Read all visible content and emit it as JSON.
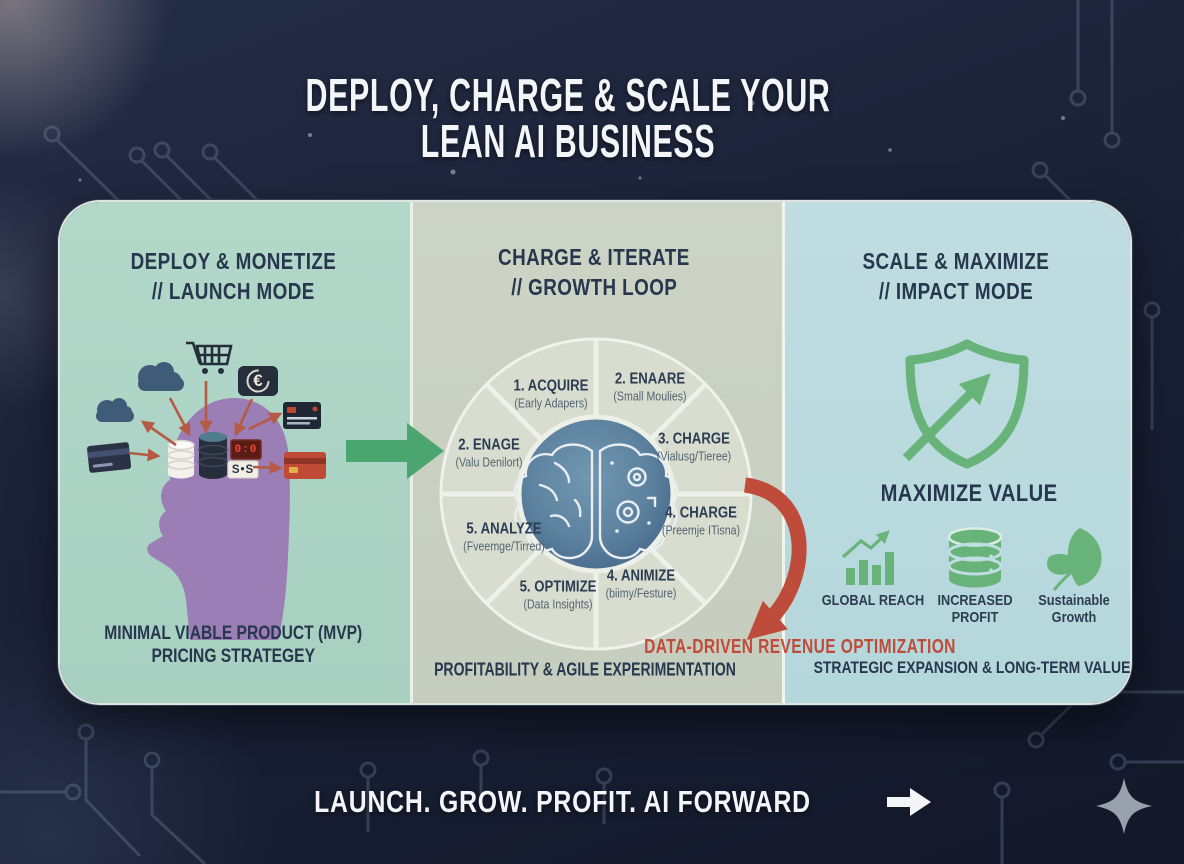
{
  "title": {
    "line1": "DEPLOY, CHARGE & SCALE YOUR",
    "line2": "LEAN AI BUSINESS"
  },
  "panels": {
    "left": {
      "header_line1": "DEPLOY & MONETIZE",
      "header_line2": "// LAUNCH MODE",
      "euro_symbol": "€",
      "led_value": "0:0",
      "badge_value": "S•S",
      "footer_line1": "MINIMAL VIABLE PRODUCT (MVP)",
      "footer_line2": "PRICING STRATEGEY"
    },
    "middle": {
      "header_line1": "CHARGE & ITERATE",
      "header_line2": "// GROWTH LOOP",
      "footer": "PROFITABILITY & AGILE EXPERIMENTATION"
    },
    "right": {
      "header_line1": "SCALE & MAXIMIZE",
      "header_line2": "// IMPACT MODE",
      "value_heading": "MAXIMIZE VALUE",
      "benefits": [
        {
          "icon": "growth-bar-chart-icon",
          "label_line1": "GLOBAL REACH",
          "label_line2": ""
        },
        {
          "icon": "profit-database-icon",
          "label_line1": "INCREASED",
          "label_line2": "PROFIT"
        },
        {
          "icon": "sustainability-leaf-icon",
          "label_line1": "Sustainable",
          "label_line2": "Growth"
        }
      ],
      "footer": "STRATEGIC EXPANSION & LONG-TERM VALUE"
    }
  },
  "growth_loop": {
    "center_icon": "brain-icon",
    "segments": [
      {
        "step": "1. ACQUIRE",
        "sub": "(Early Adapers)"
      },
      {
        "step": "2. ENAARE",
        "sub": "(Small Moulies)"
      },
      {
        "step": "3. CHARGE",
        "sub": "(Vialusg/Tieree)"
      },
      {
        "step": "4. CHARGE",
        "sub": "(Preemje ITisna)"
      },
      {
        "step": "4. ANIMIZE",
        "sub": "(biimy/Festure)"
      },
      {
        "step": "5. OPTIMIZE",
        "sub": "(Data Insights)"
      },
      {
        "step": "5. ANALYZE",
        "sub": "(Fveemge/Tirred)"
      },
      {
        "step": "2. ENAGE",
        "sub": "(Valu Denilort)"
      }
    ]
  },
  "callout": "DATA-DRIVEN REVENUE OPTIMIZATION",
  "tagline": "LAUNCH. GROW. PROFIT. AI FORWARD",
  "colors": {
    "background_navy": "#1b2338",
    "title_white": "#f3f5f8",
    "panel_left_bg": "#b2d8ca",
    "panel_middle_bg": "#cdd4c6",
    "panel_right_bg": "#c0dde1",
    "header_navy": "#27374e",
    "wheel_ring": "#d8ddd0",
    "wheel_center_blue": "#5d83a0",
    "head_purple": "#9b7eb5",
    "accent_green": "#4ba56f",
    "icon_green": "#67b37a",
    "accent_red": "#bf4b3a",
    "arrow_orange": "#b65a43",
    "dark_icon": "#262e3c"
  }
}
